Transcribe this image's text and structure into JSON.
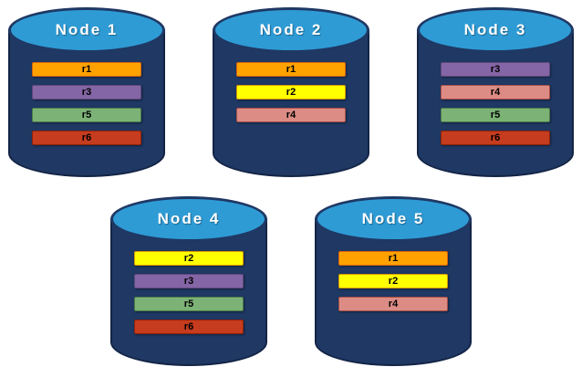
{
  "diagram": {
    "description": "Database replica placement across five nodes",
    "colors": {
      "cylinder_body": "#1F3864",
      "cylinder_top": "#2E9BD5",
      "cylinder_outline": "#16294C",
      "node_label_text": "#FFFFFF",
      "bar_label_text": "#000000"
    },
    "replica_colors": {
      "r1": {
        "bg": "#FFA200",
        "border": "#D8660C"
      },
      "r2": {
        "bg": "#FFFF00",
        "border": "#D89B00"
      },
      "r3": {
        "bg": "#8465A5",
        "border": "#5E4A7D"
      },
      "r4": {
        "bg": "#DC8C84",
        "border": "#A85048"
      },
      "r5": {
        "bg": "#7CB276",
        "border": "#4E7D49"
      },
      "r6": {
        "bg": "#C63C1E",
        "border": "#8F230B"
      }
    },
    "rows": [
      [
        0,
        1,
        2
      ],
      [
        3,
        4
      ]
    ],
    "nodes": [
      {
        "label": "Node 1",
        "replicas": [
          "r1",
          "r3",
          "r5",
          "r6"
        ]
      },
      {
        "label": "Node 2",
        "replicas": [
          "r1",
          "r2",
          "r4"
        ]
      },
      {
        "label": "Node 3",
        "replicas": [
          "r3",
          "r4",
          "r5",
          "r6"
        ]
      },
      {
        "label": "Node 4",
        "replicas": [
          "r2",
          "r3",
          "r5",
          "r6"
        ]
      },
      {
        "label": "Node 5",
        "replicas": [
          "r1",
          "r2",
          "r4"
        ]
      }
    ]
  }
}
